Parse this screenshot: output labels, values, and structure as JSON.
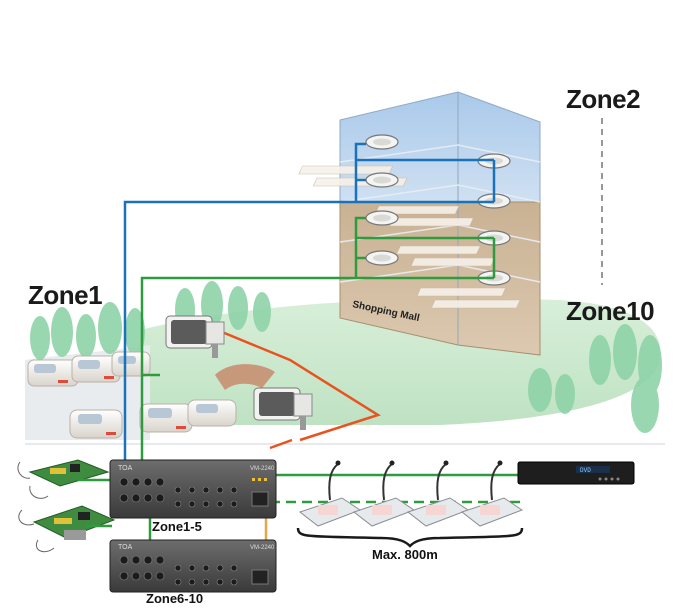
{
  "labels": {
    "zone1": "Zone1",
    "zone2": "Zone2",
    "zone10": "Zone10",
    "shopping_mall": "Shopping Mall",
    "unit_top_group": "Zone1-5",
    "unit_bottom_group": "Zone6-10",
    "distance": "Max. 800m",
    "brand": "TOA",
    "model": "VM-2240",
    "player_display": "DVD"
  },
  "colors": {
    "blue_line": "#1a73b8",
    "green_line": "#2e9b3f",
    "orange_line": "#e8531f",
    "building_blue": "#bcd4ea",
    "building_tan": "#cdb79a",
    "ground": "#cfe9d2"
  },
  "icons": [
    "ceiling-speaker-icon",
    "horn-speaker-icon",
    "paging-microphone-icon",
    "dvd-player-icon",
    "circuit-board-icon",
    "amplifier-unit-icon"
  ]
}
